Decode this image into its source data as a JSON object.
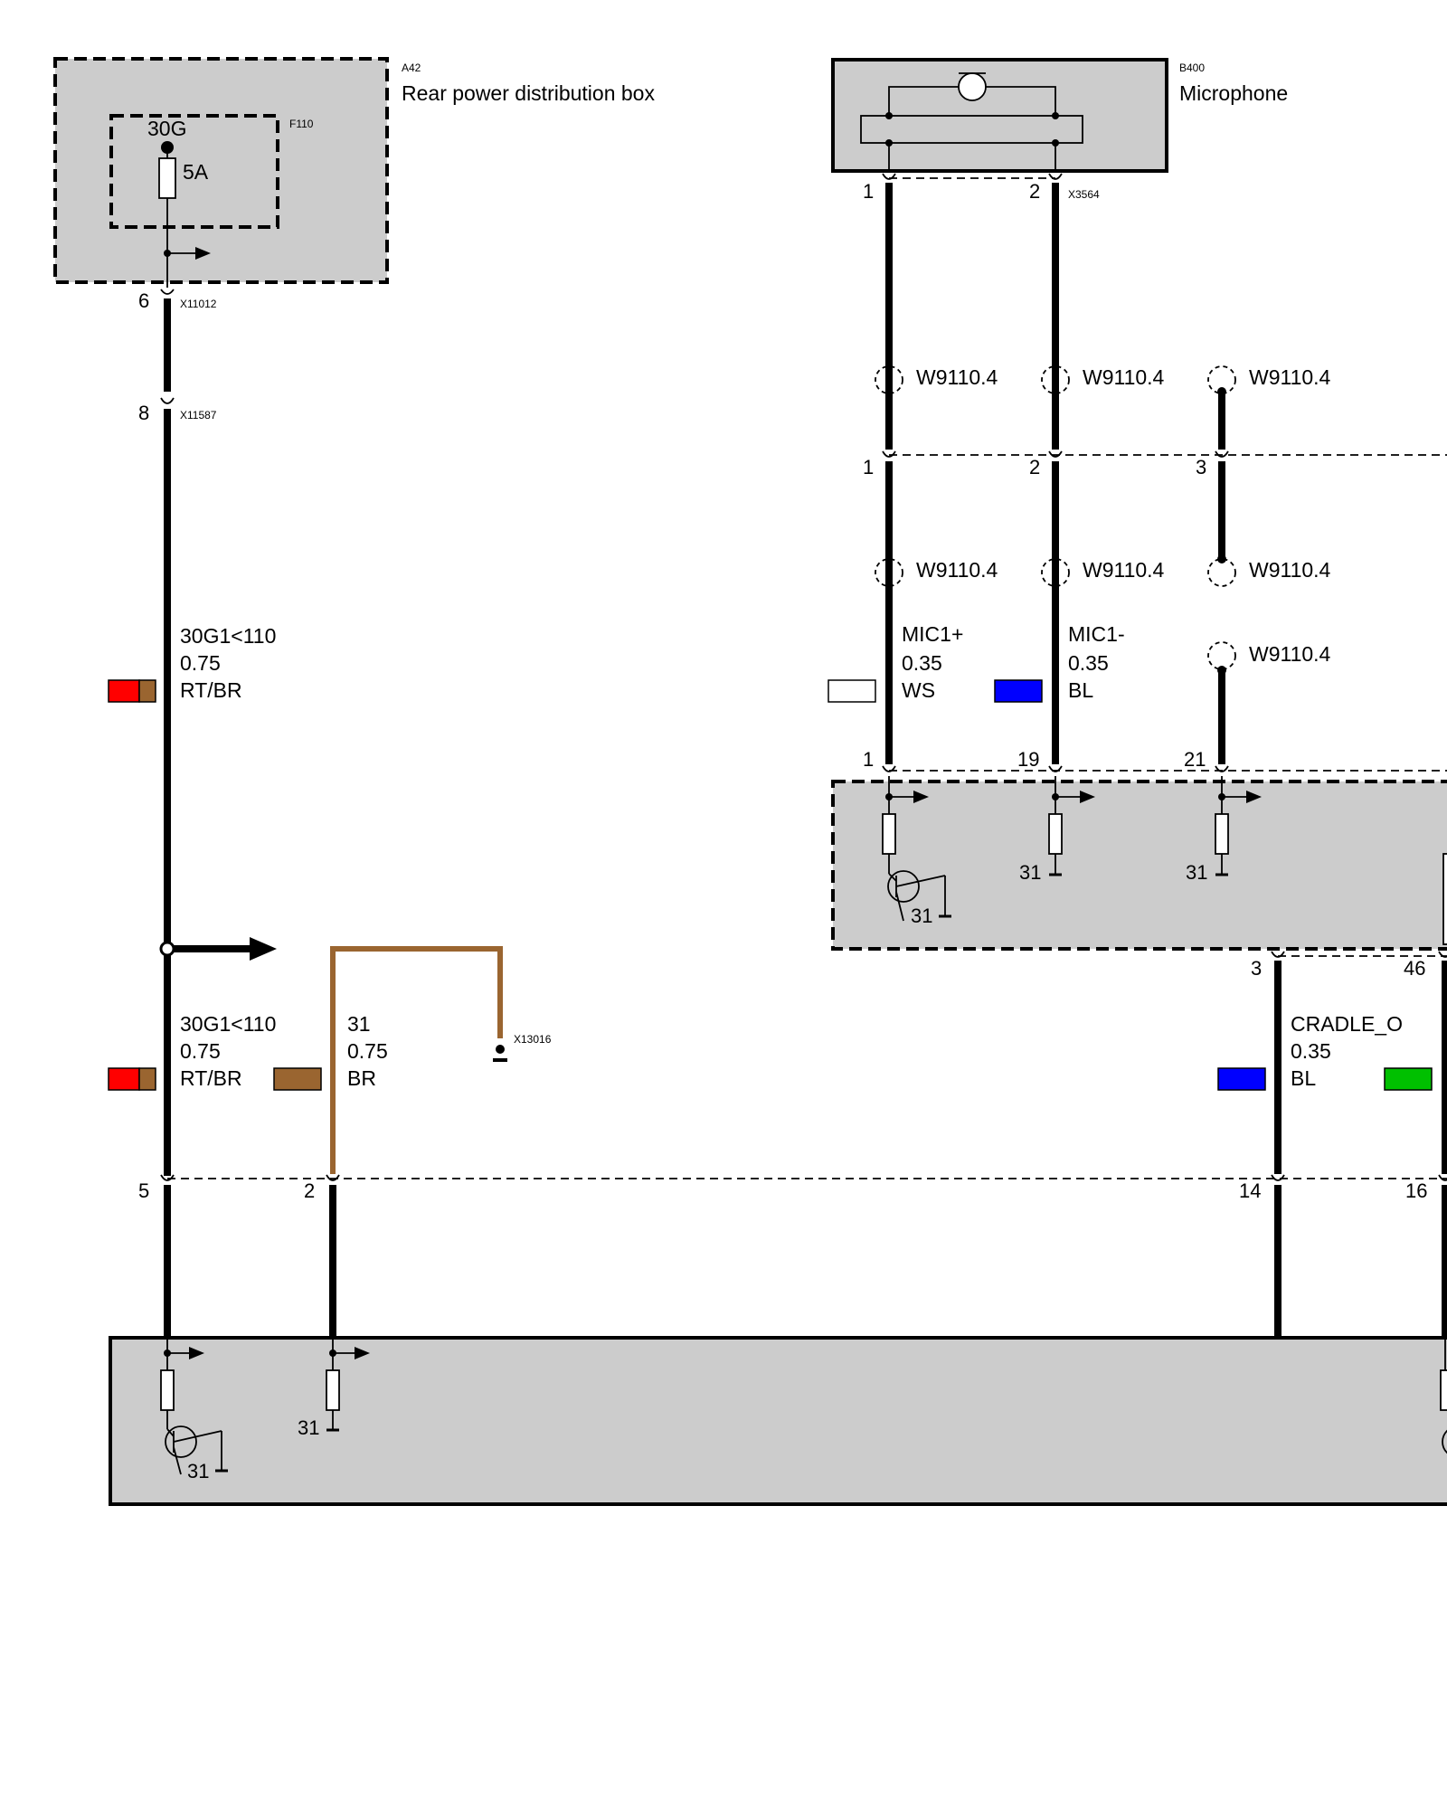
{
  "components": {
    "a42": {
      "id": "A42",
      "name": "Rear power distribution box"
    },
    "f110": {
      "id": "F110",
      "terminal": "30G",
      "rating": "5A"
    },
    "b400": {
      "id": "B400",
      "name": "Microphone"
    }
  },
  "connectors": {
    "x11012": "X11012",
    "x11587": "X11587",
    "x3564": "X3564",
    "x13016": "X13016"
  },
  "pins": {
    "x11012": "6",
    "x11587": "8",
    "mic_1": "1",
    "mic_2": "2",
    "inline_1": "1",
    "inline_2": "2",
    "inline_3": "3",
    "module_1": "1",
    "module_19": "19",
    "module_21": "21",
    "module_3": "3",
    "module_46": "46",
    "lower_5": "5",
    "lower_2": "2",
    "lower_14": "14",
    "lower_16": "16"
  },
  "splice_label": "W9110.4",
  "ground_label": "31",
  "wires": {
    "supply_upper": {
      "signal": "30G1<110",
      "gauge": "0.75",
      "color_code": "RT/BR",
      "swatch": [
        "#ff0000",
        "#9a6530"
      ]
    },
    "supply_lower": {
      "signal": "30G1<110",
      "gauge": "0.75",
      "color_code": "RT/BR",
      "swatch": [
        "#ff0000",
        "#9a6530"
      ]
    },
    "ground": {
      "signal": "31",
      "gauge": "0.75",
      "color_code": "BR",
      "swatch": [
        "#9a6530"
      ]
    },
    "mic_plus": {
      "signal": "MIC1+",
      "gauge": "0.35",
      "color_code": "WS",
      "swatch": [
        "#ffffff"
      ]
    },
    "mic_minus": {
      "signal": "MIC1-",
      "gauge": "0.35",
      "color_code": "BL",
      "swatch": [
        "#0000ff"
      ]
    },
    "cradle": {
      "signal": "CRADLE_O",
      "gauge": "0.35",
      "color_code": "BL",
      "swatch": [
        "#0000ff"
      ]
    },
    "green_partial": {
      "swatch": [
        "#00c000"
      ]
    }
  },
  "colors": {
    "box_fill": "#cccccc",
    "wire": "#000000",
    "brown_wire": "#9a6530",
    "red": "#ff0000",
    "blue": "#0000ff",
    "green": "#00c000"
  }
}
